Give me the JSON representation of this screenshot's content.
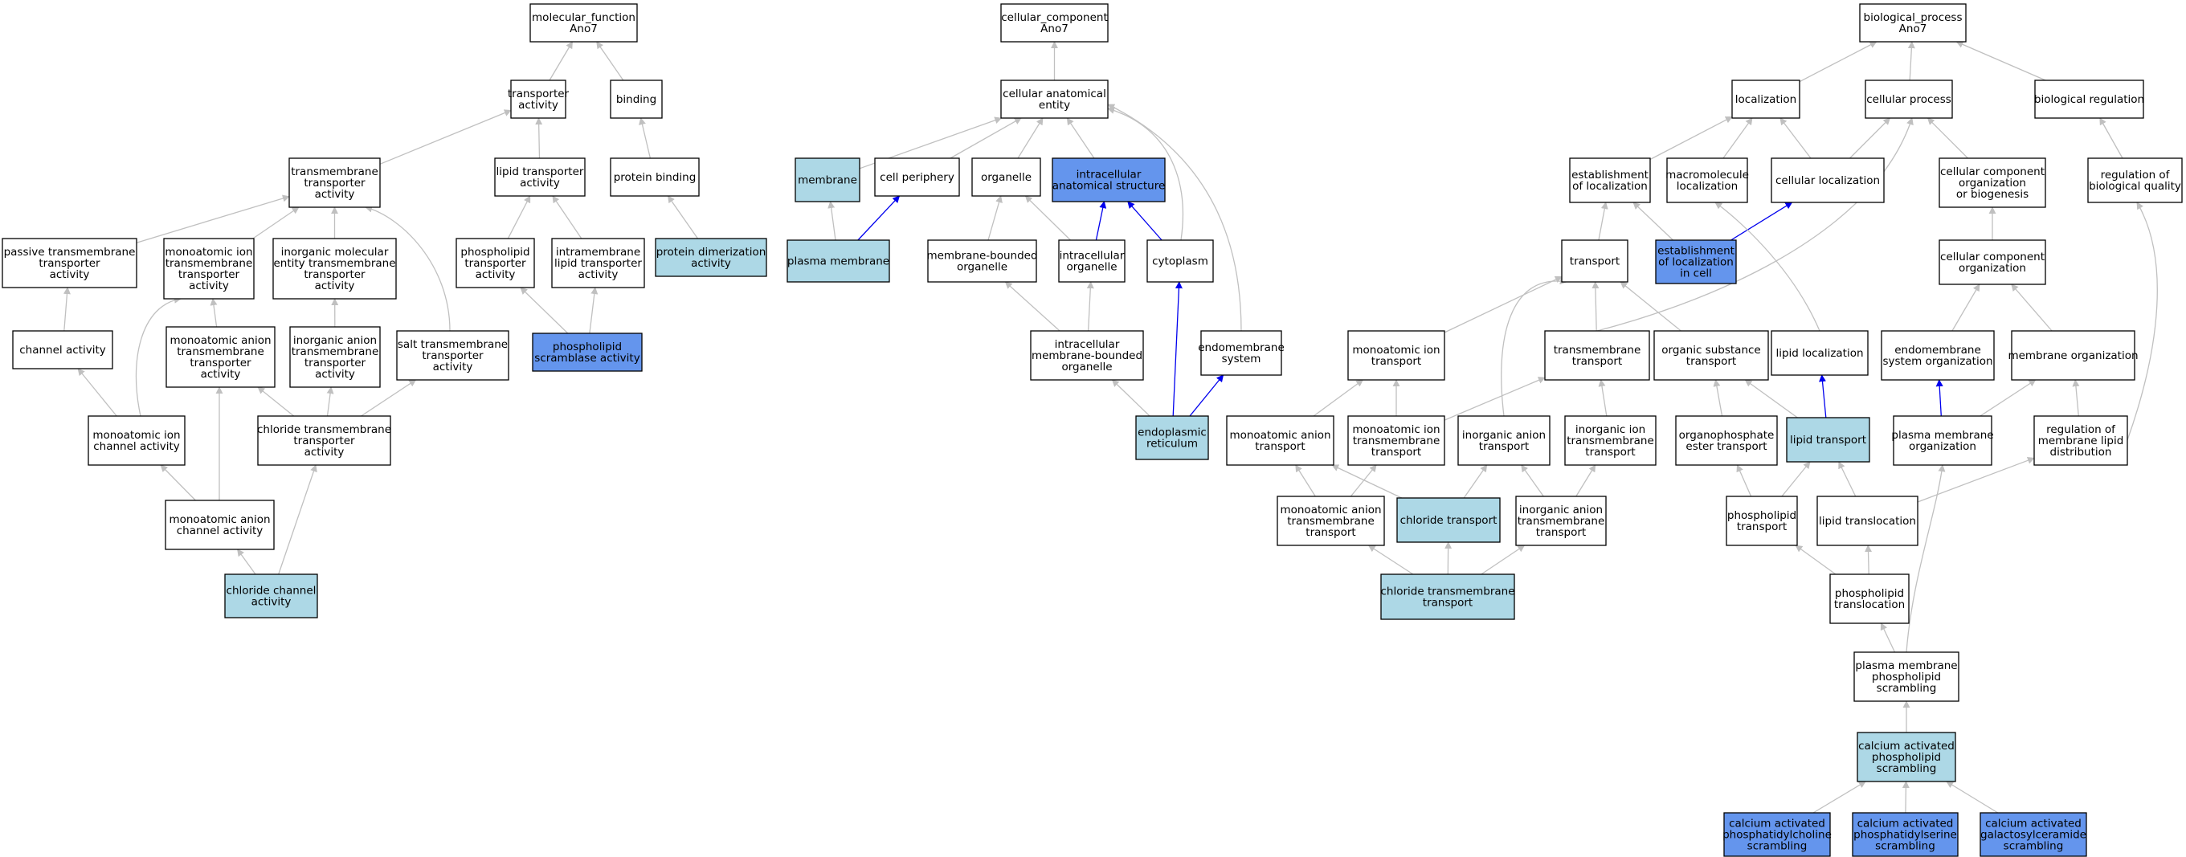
{
  "colors": {
    "plain": "#ffffff",
    "light": "#add8e6",
    "dark": "#6495ed",
    "edge_gray": "#c0c0c0",
    "edge_blue": "#0000ee"
  },
  "nodes": [
    {
      "id": "mf",
      "lines": [
        "molecular_function",
        "Ano7"
      ],
      "fill": "plain"
    },
    {
      "id": "transporter",
      "lines": [
        "transporter",
        "activity"
      ],
      "fill": "plain"
    },
    {
      "id": "binding",
      "lines": [
        "binding"
      ],
      "fill": "plain"
    },
    {
      "id": "tm_transporter",
      "lines": [
        "transmembrane",
        "transporter",
        "activity"
      ],
      "fill": "plain"
    },
    {
      "id": "lipid_transporter",
      "lines": [
        "lipid transporter",
        "activity"
      ],
      "fill": "plain"
    },
    {
      "id": "protein_binding",
      "lines": [
        "protein binding"
      ],
      "fill": "plain"
    },
    {
      "id": "passive_tm",
      "lines": [
        "passive transmembrane",
        "transporter",
        "activity"
      ],
      "fill": "plain"
    },
    {
      "id": "ion_tm",
      "lines": [
        "monoatomic ion",
        "transmembrane",
        "transporter",
        "activity"
      ],
      "fill": "plain"
    },
    {
      "id": "inorg_mol_tm",
      "lines": [
        "inorganic molecular",
        "entity transmembrane",
        "transporter",
        "activity"
      ],
      "fill": "plain"
    },
    {
      "id": "phospholipid_transporter",
      "lines": [
        "phospholipid",
        "transporter",
        "activity"
      ],
      "fill": "plain"
    },
    {
      "id": "intramembrane",
      "lines": [
        "intramembrane",
        "lipid transporter",
        "activity"
      ],
      "fill": "plain"
    },
    {
      "id": "protein_dimer",
      "lines": [
        "protein dimerization",
        "activity"
      ],
      "fill": "light"
    },
    {
      "id": "channel",
      "lines": [
        "channel activity"
      ],
      "fill": "plain"
    },
    {
      "id": "anion_tm",
      "lines": [
        "monoatomic anion",
        "transmembrane",
        "transporter",
        "activity"
      ],
      "fill": "plain"
    },
    {
      "id": "inorg_anion_tm",
      "lines": [
        "inorganic anion",
        "transmembrane",
        "transporter",
        "activity"
      ],
      "fill": "plain"
    },
    {
      "id": "salt_tm",
      "lines": [
        "salt transmembrane",
        "transporter",
        "activity"
      ],
      "fill": "plain"
    },
    {
      "id": "scramblase",
      "lines": [
        "phospholipid",
        "scramblase activity"
      ],
      "fill": "dark"
    },
    {
      "id": "ion_channel",
      "lines": [
        "monoatomic ion",
        "channel activity"
      ],
      "fill": "plain"
    },
    {
      "id": "chloride_tm_act",
      "lines": [
        "chloride transmembrane",
        "transporter",
        "activity"
      ],
      "fill": "plain"
    },
    {
      "id": "anion_channel",
      "lines": [
        "monoatomic anion",
        "channel activity"
      ],
      "fill": "plain"
    },
    {
      "id": "chloride_channel",
      "lines": [
        "chloride channel",
        "activity"
      ],
      "fill": "light"
    },
    {
      "id": "cc",
      "lines": [
        "cellular_component",
        "Ano7"
      ],
      "fill": "plain"
    },
    {
      "id": "cae",
      "lines": [
        "cellular anatomical",
        "entity"
      ],
      "fill": "plain"
    },
    {
      "id": "membrane",
      "lines": [
        "membrane"
      ],
      "fill": "light"
    },
    {
      "id": "periphery",
      "lines": [
        "cell periphery"
      ],
      "fill": "plain"
    },
    {
      "id": "organelle",
      "lines": [
        "organelle"
      ],
      "fill": "plain"
    },
    {
      "id": "intracellular_as",
      "lines": [
        "intracellular",
        "anatomical structure"
      ],
      "fill": "dark"
    },
    {
      "id": "plasma_membrane",
      "lines": [
        "plasma membrane"
      ],
      "fill": "light"
    },
    {
      "id": "mb_organelle",
      "lines": [
        "membrane-bounded",
        "organelle"
      ],
      "fill": "plain"
    },
    {
      "id": "intra_organelle",
      "lines": [
        "intracellular",
        "organelle"
      ],
      "fill": "plain"
    },
    {
      "id": "cytoplasm",
      "lines": [
        "cytoplasm"
      ],
      "fill": "plain"
    },
    {
      "id": "intra_mb_organelle",
      "lines": [
        "intracellular",
        "membrane-bounded",
        "organelle"
      ],
      "fill": "plain"
    },
    {
      "id": "endomembrane",
      "lines": [
        "endomembrane",
        "system"
      ],
      "fill": "plain"
    },
    {
      "id": "er",
      "lines": [
        "endoplasmic",
        "reticulum"
      ],
      "fill": "light"
    },
    {
      "id": "bp",
      "lines": [
        "biological_process",
        "Ano7"
      ],
      "fill": "plain"
    },
    {
      "id": "localization",
      "lines": [
        "localization"
      ],
      "fill": "plain"
    },
    {
      "id": "cellular_process",
      "lines": [
        "cellular process"
      ],
      "fill": "plain"
    },
    {
      "id": "bio_reg",
      "lines": [
        "biological regulation"
      ],
      "fill": "plain"
    },
    {
      "id": "est_loc",
      "lines": [
        "establishment",
        "of localization"
      ],
      "fill": "plain"
    },
    {
      "id": "macro_loc",
      "lines": [
        "macromolecule",
        "localization"
      ],
      "fill": "plain"
    },
    {
      "id": "cell_loc",
      "lines": [
        "cellular localization"
      ],
      "fill": "plain"
    },
    {
      "id": "ccob",
      "lines": [
        "cellular component",
        "organization",
        "or biogenesis"
      ],
      "fill": "plain"
    },
    {
      "id": "reg_quality",
      "lines": [
        "regulation of",
        "biological quality"
      ],
      "fill": "plain"
    },
    {
      "id": "transport",
      "lines": [
        "transport"
      ],
      "fill": "plain"
    },
    {
      "id": "est_loc_cell",
      "lines": [
        "establishment",
        "of localization",
        "in cell"
      ],
      "fill": "dark"
    },
    {
      "id": "cco",
      "lines": [
        "cellular component",
        "organization"
      ],
      "fill": "plain"
    },
    {
      "id": "ion_transport",
      "lines": [
        "monoatomic ion",
        "transport"
      ],
      "fill": "plain"
    },
    {
      "id": "tm_transport",
      "lines": [
        "transmembrane",
        "transport"
      ],
      "fill": "plain"
    },
    {
      "id": "org_sub",
      "lines": [
        "organic substance",
        "transport"
      ],
      "fill": "plain"
    },
    {
      "id": "lipid_loc",
      "lines": [
        "lipid localization"
      ],
      "fill": "plain"
    },
    {
      "id": "endo_org",
      "lines": [
        "endomembrane",
        "system organization"
      ],
      "fill": "plain"
    },
    {
      "id": "mem_org",
      "lines": [
        "membrane organization"
      ],
      "fill": "plain"
    },
    {
      "id": "anion_transport",
      "lines": [
        "monoatomic anion",
        "transport"
      ],
      "fill": "plain"
    },
    {
      "id": "ion_tm_transport",
      "lines": [
        "monoatomic ion",
        "transmembrane",
        "transport"
      ],
      "fill": "plain"
    },
    {
      "id": "inorg_anion_transport",
      "lines": [
        "inorganic anion",
        "transport"
      ],
      "fill": "plain"
    },
    {
      "id": "inorg_ion_tm",
      "lines": [
        "inorganic ion",
        "transmembrane",
        "transport"
      ],
      "fill": "plain"
    },
    {
      "id": "organophosphate",
      "lines": [
        "organophosphate",
        "ester transport"
      ],
      "fill": "plain"
    },
    {
      "id": "lipid_transport",
      "lines": [
        "lipid transport"
      ],
      "fill": "light"
    },
    {
      "id": "pm_org",
      "lines": [
        "plasma membrane",
        "organization"
      ],
      "fill": "plain"
    },
    {
      "id": "reg_lipid",
      "lines": [
        "regulation of",
        "membrane lipid",
        "distribution"
      ],
      "fill": "plain"
    },
    {
      "id": "anion_tm_transport",
      "lines": [
        "monoatomic anion",
        "transmembrane",
        "transport"
      ],
      "fill": "plain"
    },
    {
      "id": "chloride_transport",
      "lines": [
        "chloride transport"
      ],
      "fill": "light"
    },
    {
      "id": "inorg_anion_tm_transport",
      "lines": [
        "inorganic anion",
        "transmembrane",
        "transport"
      ],
      "fill": "plain"
    },
    {
      "id": "pl_transport",
      "lines": [
        "phospholipid",
        "transport"
      ],
      "fill": "plain"
    },
    {
      "id": "lipid_transloc",
      "lines": [
        "lipid translocation"
      ],
      "fill": "plain"
    },
    {
      "id": "chloride_tm_transport",
      "lines": [
        "chloride transmembrane",
        "transport"
      ],
      "fill": "light"
    },
    {
      "id": "pl_transloc",
      "lines": [
        "phospholipid",
        "translocation"
      ],
      "fill": "plain"
    },
    {
      "id": "pm_scrambling",
      "lines": [
        "plasma membrane",
        "phospholipid",
        "scrambling"
      ],
      "fill": "plain"
    },
    {
      "id": "ca_scrambling",
      "lines": [
        "calcium activated",
        "phospholipid",
        "scrambling"
      ],
      "fill": "light"
    },
    {
      "id": "ca_pc",
      "lines": [
        "calcium activated",
        "phosphatidylcholine",
        "scrambling"
      ],
      "fill": "dark"
    },
    {
      "id": "ca_ps",
      "lines": [
        "calcium activated",
        "phosphatidylserine",
        "scrambling"
      ],
      "fill": "dark"
    },
    {
      "id": "ca_gal",
      "lines": [
        "calcium activated",
        "galactosylceramide",
        "scrambling"
      ],
      "fill": "dark"
    }
  ],
  "edges": [
    [
      "transporter",
      "mf",
      "gray"
    ],
    [
      "binding",
      "mf",
      "gray"
    ],
    [
      "tm_transporter",
      "transporter",
      "gray"
    ],
    [
      "lipid_transporter",
      "transporter",
      "gray"
    ],
    [
      "protein_binding",
      "binding",
      "gray"
    ],
    [
      "passive_tm",
      "tm_transporter",
      "gray"
    ],
    [
      "ion_tm",
      "tm_transporter",
      "gray"
    ],
    [
      "inorg_mol_tm",
      "tm_transporter",
      "gray"
    ],
    [
      "salt_tm",
      "tm_transporter",
      "gray"
    ],
    [
      "phospholipid_transporter",
      "lipid_transporter",
      "gray"
    ],
    [
      "intramembrane",
      "lipid_transporter",
      "gray"
    ],
    [
      "protein_dimer",
      "protein_binding",
      "gray"
    ],
    [
      "channel",
      "passive_tm",
      "gray"
    ],
    [
      "anion_tm",
      "ion_tm",
      "gray"
    ],
    [
      "inorg_anion_tm",
      "inorg_mol_tm",
      "gray"
    ],
    [
      "scramblase",
      "phospholipid_transporter",
      "gray"
    ],
    [
      "scramblase",
      "intramembrane",
      "gray"
    ],
    [
      "ion_channel",
      "channel",
      "gray"
    ],
    [
      "ion_channel",
      "ion_tm",
      "gray"
    ],
    [
      "chloride_tm_act",
      "anion_tm",
      "gray"
    ],
    [
      "chloride_tm_act",
      "inorg_anion_tm",
      "gray"
    ],
    [
      "chloride_tm_act",
      "salt_tm",
      "gray"
    ],
    [
      "anion_channel",
      "ion_channel",
      "gray"
    ],
    [
      "anion_channel",
      "anion_tm",
      "gray"
    ],
    [
      "chloride_channel",
      "anion_channel",
      "gray"
    ],
    [
      "chloride_channel",
      "chloride_tm_act",
      "gray"
    ],
    [
      "cae",
      "cc",
      "gray"
    ],
    [
      "membrane",
      "cae",
      "gray"
    ],
    [
      "periphery",
      "cae",
      "gray"
    ],
    [
      "organelle",
      "cae",
      "gray"
    ],
    [
      "intracellular_as",
      "cae",
      "gray"
    ],
    [
      "cytoplasm",
      "cae",
      "gray"
    ],
    [
      "endomembrane",
      "cae",
      "gray"
    ],
    [
      "plasma_membrane",
      "membrane",
      "gray"
    ],
    [
      "plasma_membrane",
      "periphery",
      "blue"
    ],
    [
      "mb_organelle",
      "organelle",
      "gray"
    ],
    [
      "intra_organelle",
      "organelle",
      "gray"
    ],
    [
      "intra_organelle",
      "intracellular_as",
      "blue"
    ],
    [
      "cytoplasm",
      "intracellular_as",
      "blue"
    ],
    [
      "intra_mb_organelle",
      "mb_organelle",
      "gray"
    ],
    [
      "intra_mb_organelle",
      "intra_organelle",
      "gray"
    ],
    [
      "er",
      "intra_mb_organelle",
      "gray"
    ],
    [
      "er",
      "cytoplasm",
      "blue"
    ],
    [
      "er",
      "endomembrane",
      "blue"
    ],
    [
      "localization",
      "bp",
      "gray"
    ],
    [
      "cellular_process",
      "bp",
      "gray"
    ],
    [
      "bio_reg",
      "bp",
      "gray"
    ],
    [
      "est_loc",
      "localization",
      "gray"
    ],
    [
      "macro_loc",
      "localization",
      "gray"
    ],
    [
      "cell_loc",
      "localization",
      "gray"
    ],
    [
      "cell_loc",
      "cellular_process",
      "gray"
    ],
    [
      "ccob",
      "cellular_process",
      "gray"
    ],
    [
      "reg_quality",
      "bio_reg",
      "gray"
    ],
    [
      "transport",
      "est_loc",
      "gray"
    ],
    [
      "est_loc_cell",
      "est_loc",
      "gray"
    ],
    [
      "est_loc_cell",
      "cell_loc",
      "blue"
    ],
    [
      "cco",
      "ccob",
      "gray"
    ],
    [
      "ion_transport",
      "transport",
      "gray"
    ],
    [
      "tm_transport",
      "transport",
      "gray"
    ],
    [
      "tm_transport",
      "cellular_process",
      "gray"
    ],
    [
      "org_sub",
      "transport",
      "gray"
    ],
    [
      "inorg_anion_transport",
      "transport",
      "gray"
    ],
    [
      "lipid_loc",
      "macro_loc",
      "gray"
    ],
    [
      "endo_org",
      "cco",
      "gray"
    ],
    [
      "mem_org",
      "cco",
      "gray"
    ],
    [
      "anion_transport",
      "ion_transport",
      "gray"
    ],
    [
      "ion_tm_transport",
      "ion_transport",
      "gray"
    ],
    [
      "ion_tm_transport",
      "tm_transport",
      "gray"
    ],
    [
      "inorg_ion_tm",
      "tm_transport",
      "gray"
    ],
    [
      "organophosphate",
      "org_sub",
      "gray"
    ],
    [
      "lipid_transport",
      "org_sub",
      "gray"
    ],
    [
      "lipid_transport",
      "lipid_loc",
      "blue"
    ],
    [
      "pm_org",
      "endo_org",
      "blue"
    ],
    [
      "pm_org",
      "mem_org",
      "gray"
    ],
    [
      "reg_lipid",
      "mem_org",
      "gray"
    ],
    [
      "reg_lipid",
      "reg_quality",
      "gray"
    ],
    [
      "anion_tm_transport",
      "anion_transport",
      "gray"
    ],
    [
      "anion_tm_transport",
      "ion_tm_transport",
      "gray"
    ],
    [
      "chloride_transport",
      "anion_transport",
      "gray"
    ],
    [
      "chloride_transport",
      "inorg_anion_transport",
      "gray"
    ],
    [
      "inorg_anion_tm_transport",
      "inorg_anion_transport",
      "gray"
    ],
    [
      "inorg_anion_tm_transport",
      "inorg_ion_tm",
      "gray"
    ],
    [
      "pl_transport",
      "organophosphate",
      "gray"
    ],
    [
      "pl_transport",
      "lipid_transport",
      "gray"
    ],
    [
      "lipid_transloc",
      "lipid_transport",
      "gray"
    ],
    [
      "lipid_transloc",
      "reg_lipid",
      "gray"
    ],
    [
      "chloride_tm_transport",
      "anion_tm_transport",
      "gray"
    ],
    [
      "chloride_tm_transport",
      "chloride_transport",
      "gray"
    ],
    [
      "chloride_tm_transport",
      "inorg_anion_tm_transport",
      "gray"
    ],
    [
      "pl_transloc",
      "pl_transport",
      "gray"
    ],
    [
      "pl_transloc",
      "lipid_transloc",
      "gray"
    ],
    [
      "pm_scrambling",
      "pl_transloc",
      "gray"
    ],
    [
      "pm_scrambling",
      "pm_org",
      "gray"
    ],
    [
      "ca_scrambling",
      "pm_scrambling",
      "gray"
    ],
    [
      "ca_pc",
      "ca_scrambling",
      "gray"
    ],
    [
      "ca_ps",
      "ca_scrambling",
      "gray"
    ],
    [
      "ca_gal",
      "ca_scrambling",
      "gray"
    ]
  ]
}
